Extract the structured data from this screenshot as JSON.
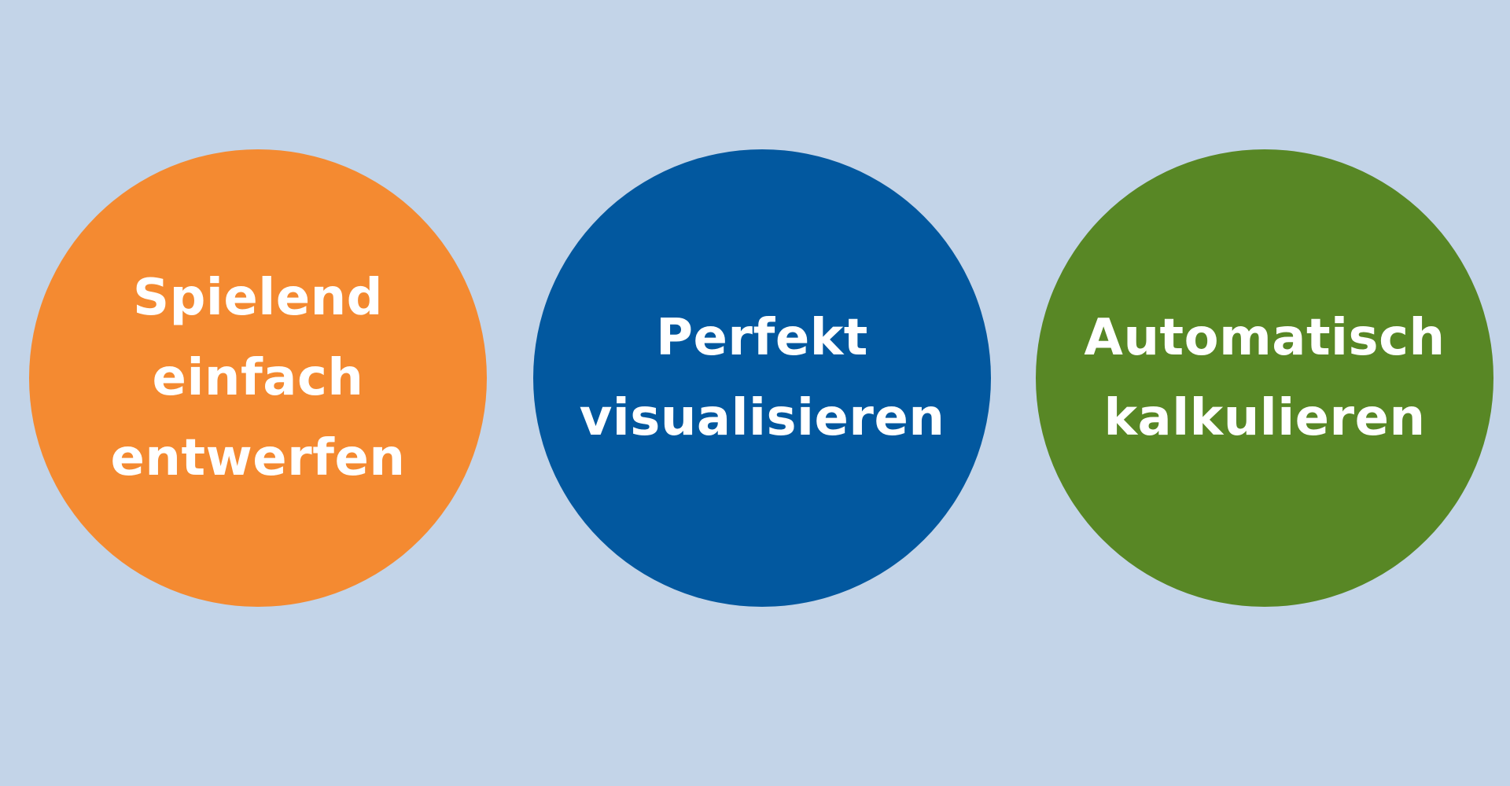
{
  "background_color": "#c3d4e8",
  "text_color": "#ffffff",
  "circles": [
    {
      "color": "#f48a31",
      "lines": [
        "Spielend",
        "einfach",
        "entwerfen"
      ]
    },
    {
      "color": "#02589f",
      "lines": [
        "Perfekt",
        "visualisieren"
      ]
    },
    {
      "color": "#588725",
      "lines": [
        "Automatisch",
        "kalkulieren"
      ]
    }
  ]
}
